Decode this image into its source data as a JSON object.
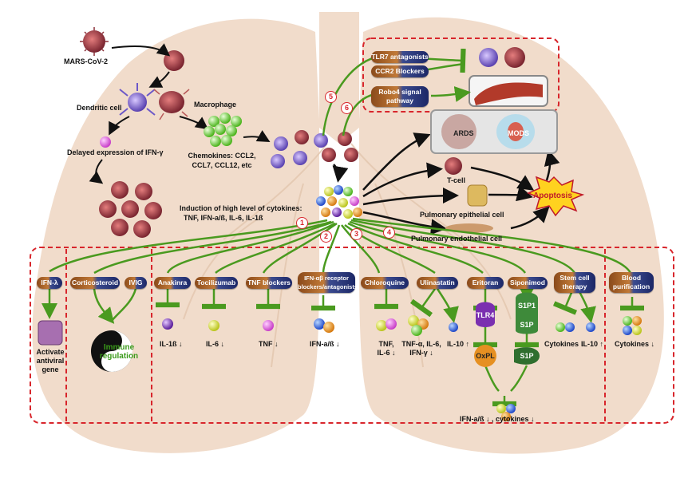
{
  "virus": {
    "label": "MARS-CoV-2"
  },
  "cells": {
    "dendritic": "Dendritic cell",
    "macrophage": "Macrophage",
    "tcell": "T-cell",
    "epithelial": "Pulmonary epithelial cell",
    "endothelial": "Pulmonary endothelial cell"
  },
  "pathway": {
    "ifn_delay": "Delayed expression of IFN-γ",
    "chemokines_1": "Chemokines: CCL2,",
    "chemokines_2": "CCL7, CCL12, etc",
    "cytokines_1": "Induction of high level of cytokines:",
    "cytokines_2": "TNF, IFN-a/ß, IL-6, IL-1ß",
    "apoptosis": "Apoptosis",
    "ards": "ARDS",
    "mods": "MODS"
  },
  "top_therapies": {
    "tlr7": "TLR7 antagonists",
    "ccr2": "CCR2 Blockers",
    "robo4_1": "Robo4 signal",
    "robo4_2": "pathway"
  },
  "markers": [
    "1",
    "2",
    "3",
    "4",
    "5",
    "6"
  ],
  "therapies": {
    "ifn_lambda": "IFN-λ",
    "corticosteroid": "Corticosteroid",
    "ivig": "IVIG",
    "anakinra": "Anakinra",
    "tocilizumab": "Tocilizumab",
    "tnf_blockers": "TNF blockers",
    "ifn_ab_1": "IFN-αβ receptor",
    "ifn_ab_2": "blockers/antagonists",
    "chloroquine": "Chloroquine",
    "ulinastatin": "Ulinastatin",
    "eritoran": "Eritoran",
    "siponimod": "Siponimod",
    "stem_1": "Stem cell",
    "stem_2": "therapy",
    "blood_1": "Blood",
    "blood_2": "purification"
  },
  "effects": {
    "activate_1": "Activate",
    "activate_2": "antiviral",
    "activate_3": "gene",
    "immune_1": "Immune",
    "immune_2": "regulation",
    "il1b": "IL-1ß ↓",
    "il6": "IL-6 ↓",
    "tnf": "TNF ↓",
    "ifnab": "IFN-a/ß ↓",
    "chloro_1": "TNF,",
    "chloro_2": "IL-6 ↓",
    "ulin_1": "TNF-α, IL-6,",
    "ulin_2": "IFN-γ ↓",
    "il10_up": "IL-10 ↑",
    "tlr4": "TLR4",
    "oxpl": "OxPL",
    "s1p1": "S1P1",
    "s1p": "S1P",
    "s1p_b": "S1P",
    "stem_cyto": "Cytokines ↓",
    "stem_il10": "IL-10 ↑",
    "blood_cyto": "Cytokines ↓",
    "final": "IFN-a/ß ↓ , cytokines ↓"
  },
  "colors": {
    "lung": "#f1dccb",
    "arrow_green": "#4a9a1f",
    "dashed_red": "#d8262c",
    "virus": "#b2474a"
  }
}
